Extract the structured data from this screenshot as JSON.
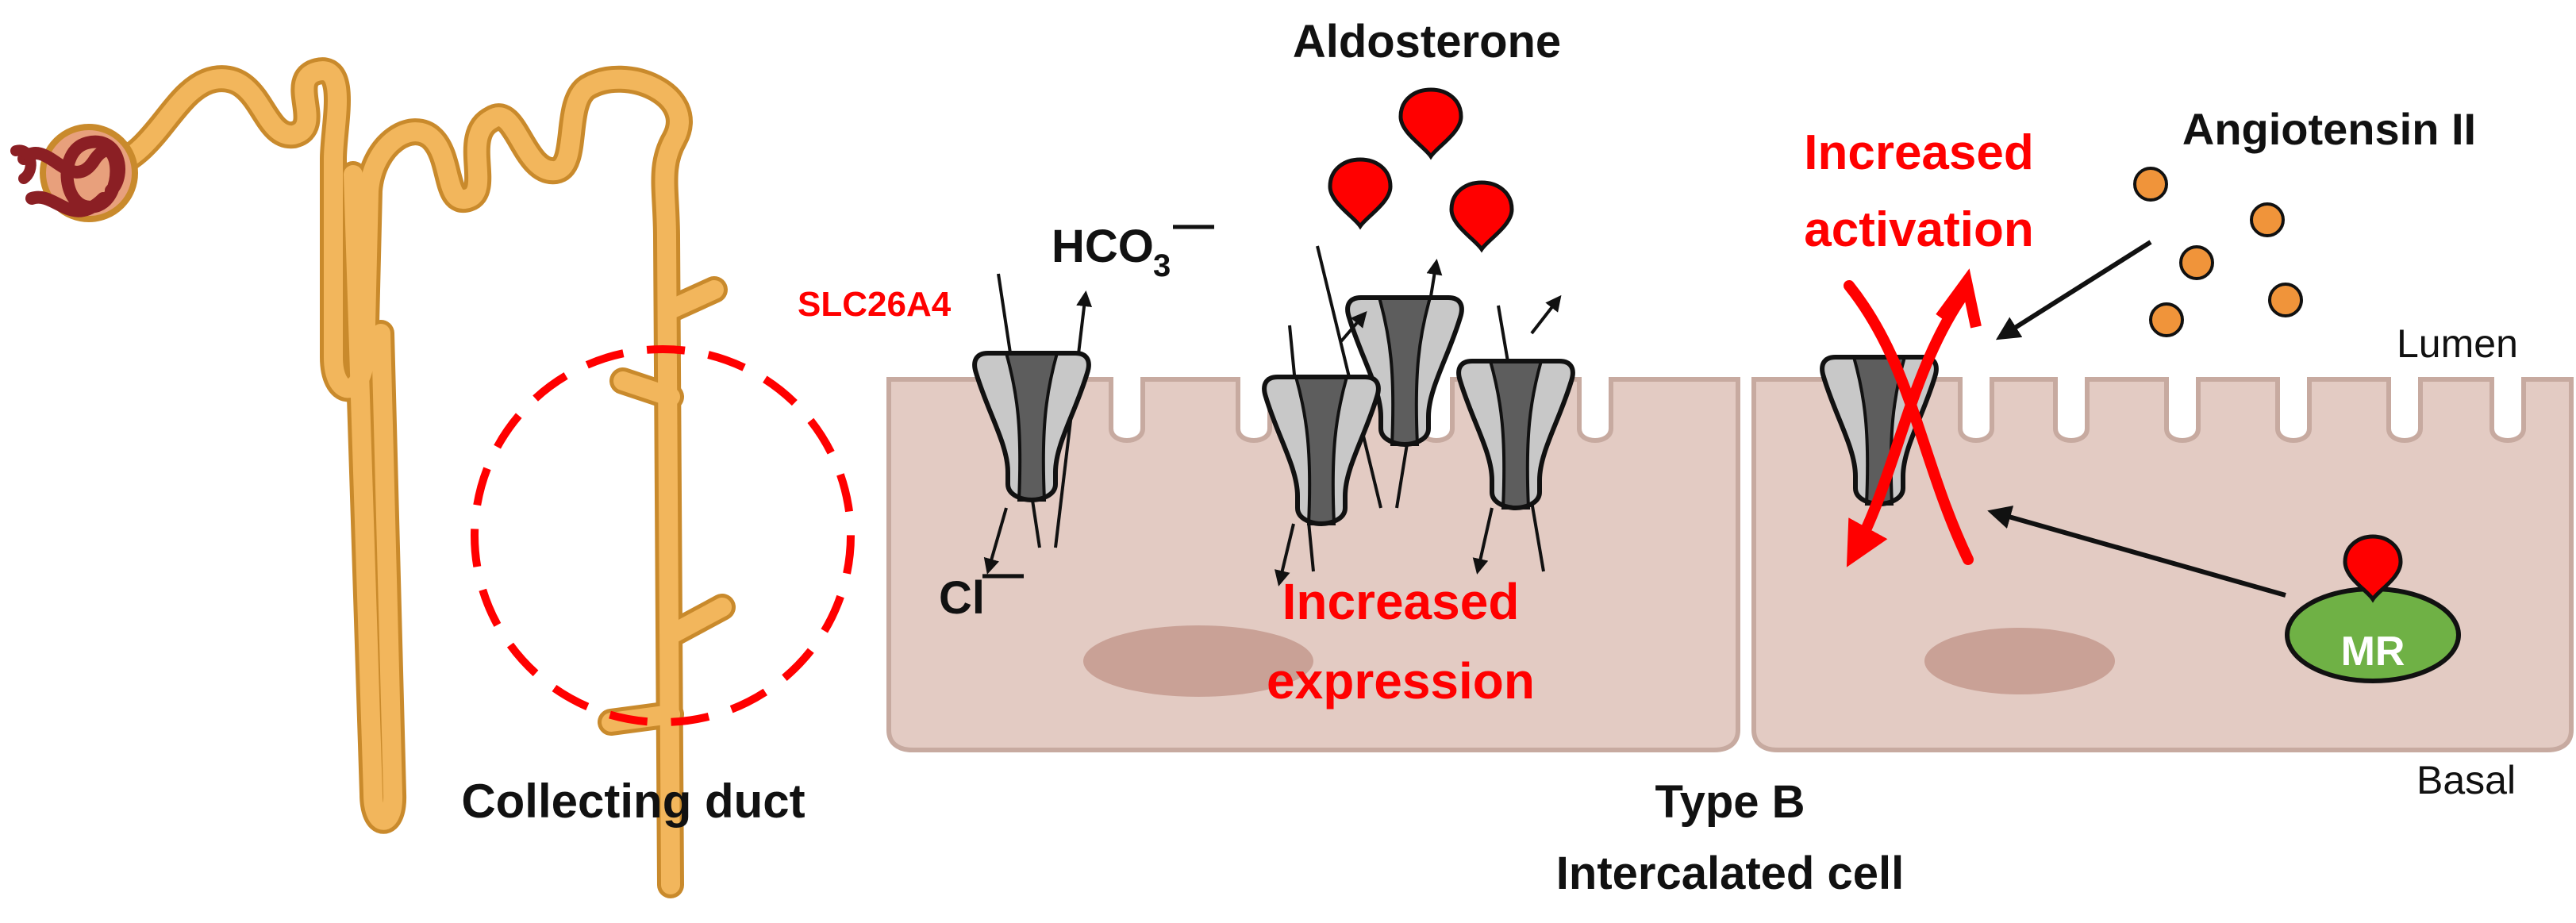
{
  "labels": {
    "aldosterone": "Aldosterone",
    "angiotensin": "Angiotensin II",
    "increased_activation_1": "Increased",
    "increased_activation_2": "activation",
    "hco3_main": "HCO",
    "hco3_sub": "3",
    "hco3_charge": "—",
    "chloride_main": "Cl",
    "chloride_charge": "—",
    "slc": "SLC26A4",
    "increased_expression_1": "Increased",
    "increased_expression_2": "expression",
    "collecting_duct": "Collecting duct",
    "type_b_1": "Type B",
    "type_b_2": "Intercalated cell",
    "lumen": "Lumen",
    "basal": "Basal",
    "mr": "MR"
  },
  "colors": {
    "nephron": "#f2b65c",
    "nephron_outline": "#c98a2c",
    "glomerulus": "#8b1f24",
    "cell": "#e3cbc3",
    "cell_outline": "#c7aaa0",
    "nucleus": "#c9a196",
    "transporter_light": "#c8c8c8",
    "transporter_dark": "#5d5d5d",
    "aldosterone_drop": "#ff0000",
    "angiotensin_dot": "#f0943a",
    "mr_receptor": "#6fb145",
    "highlight_red": "#ff0000"
  },
  "icons": [
    "nephron-illustration",
    "transporter-icon",
    "aldosterone-drop-icon",
    "angiotensin-dot-icon",
    "mr-receptor-icon",
    "arrow-icon"
  ]
}
